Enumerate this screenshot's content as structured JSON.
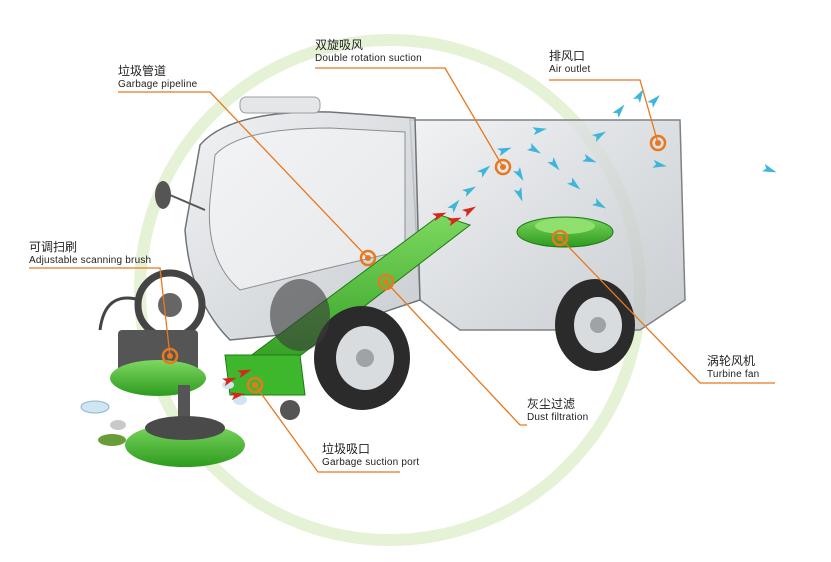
{
  "colors": {
    "accent_orange": "#e8781e",
    "brush_green": "#3fb72c",
    "body_gray": "#c9cdd0",
    "airflow_blue": "#3fb6d9",
    "debris_red": "#d9261c",
    "ring_green": "#e6f2d6"
  },
  "callouts": [
    {
      "zh": "双旋吸风",
      "en": "Double rotation suction"
    },
    {
      "zh": "排风口",
      "en": "Air outlet"
    },
    {
      "zh": "垃圾管道",
      "en": "Garbage pipeline"
    },
    {
      "zh": "可调扫刷",
      "en": "Adjustable scanning brush"
    },
    {
      "zh": "涡轮风机",
      "en": "Turbine fan"
    },
    {
      "zh": "灰尘过滤",
      "en": "Dust filtration"
    },
    {
      "zh": "垃圾吸口",
      "en": "Garbage suction port"
    }
  ],
  "icons": [
    "sweeper-vehicle-illustration",
    "airflow-arrow-icon",
    "callout-marker-icon"
  ]
}
